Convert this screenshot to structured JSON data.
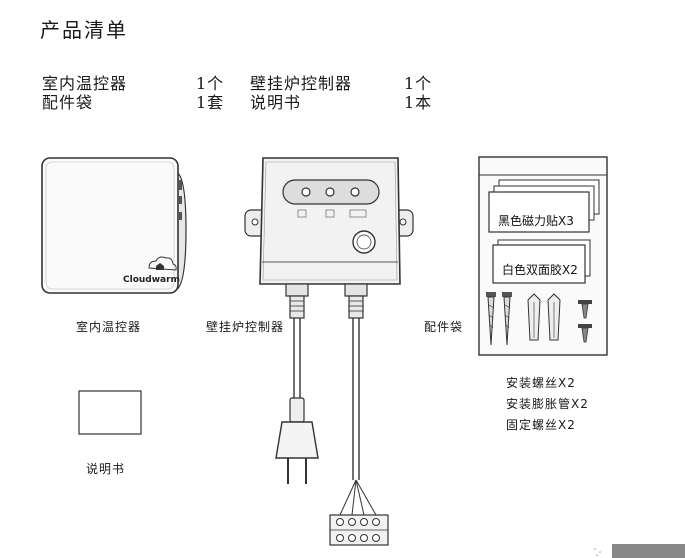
{
  "title": "产品清单",
  "items": [
    {
      "name": "室内温控器",
      "qty": "1个"
    },
    {
      "name": "壁挂炉控制器",
      "qty": "1个"
    },
    {
      "name": "配件袋",
      "qty": "1套"
    },
    {
      "name": "说明书",
      "qty": "1本"
    }
  ],
  "captions": {
    "thermostat": "室内温控器",
    "controller": "壁挂炉控制器",
    "bag": "配件袋",
    "manual": "说明书"
  },
  "thermostat_logo": "Cloudwarm",
  "bag_labels": [
    "黑色磁力贴X3",
    "白色双面胶X2"
  ],
  "accessories": [
    "安装螺丝X2",
    "安装膨胀管X2",
    "固定螺丝X2"
  ]
}
